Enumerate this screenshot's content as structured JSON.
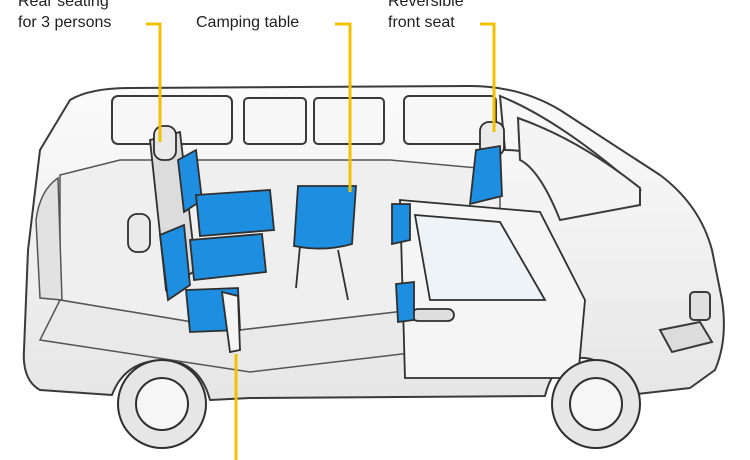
{
  "labels": {
    "rear_seating": {
      "line1": "Rear seating",
      "line2": "for 3 persons"
    },
    "camping_table": "Camping table",
    "front_seat": {
      "line1": "Reversible",
      "line2": "front seat"
    }
  },
  "colors": {
    "accent_leader": "#f2c200",
    "seat_blue": "#1e8fe0",
    "outline": "#3a3a3a",
    "body_fill": "#f4f4f4",
    "floor": "#e9e9e9"
  }
}
